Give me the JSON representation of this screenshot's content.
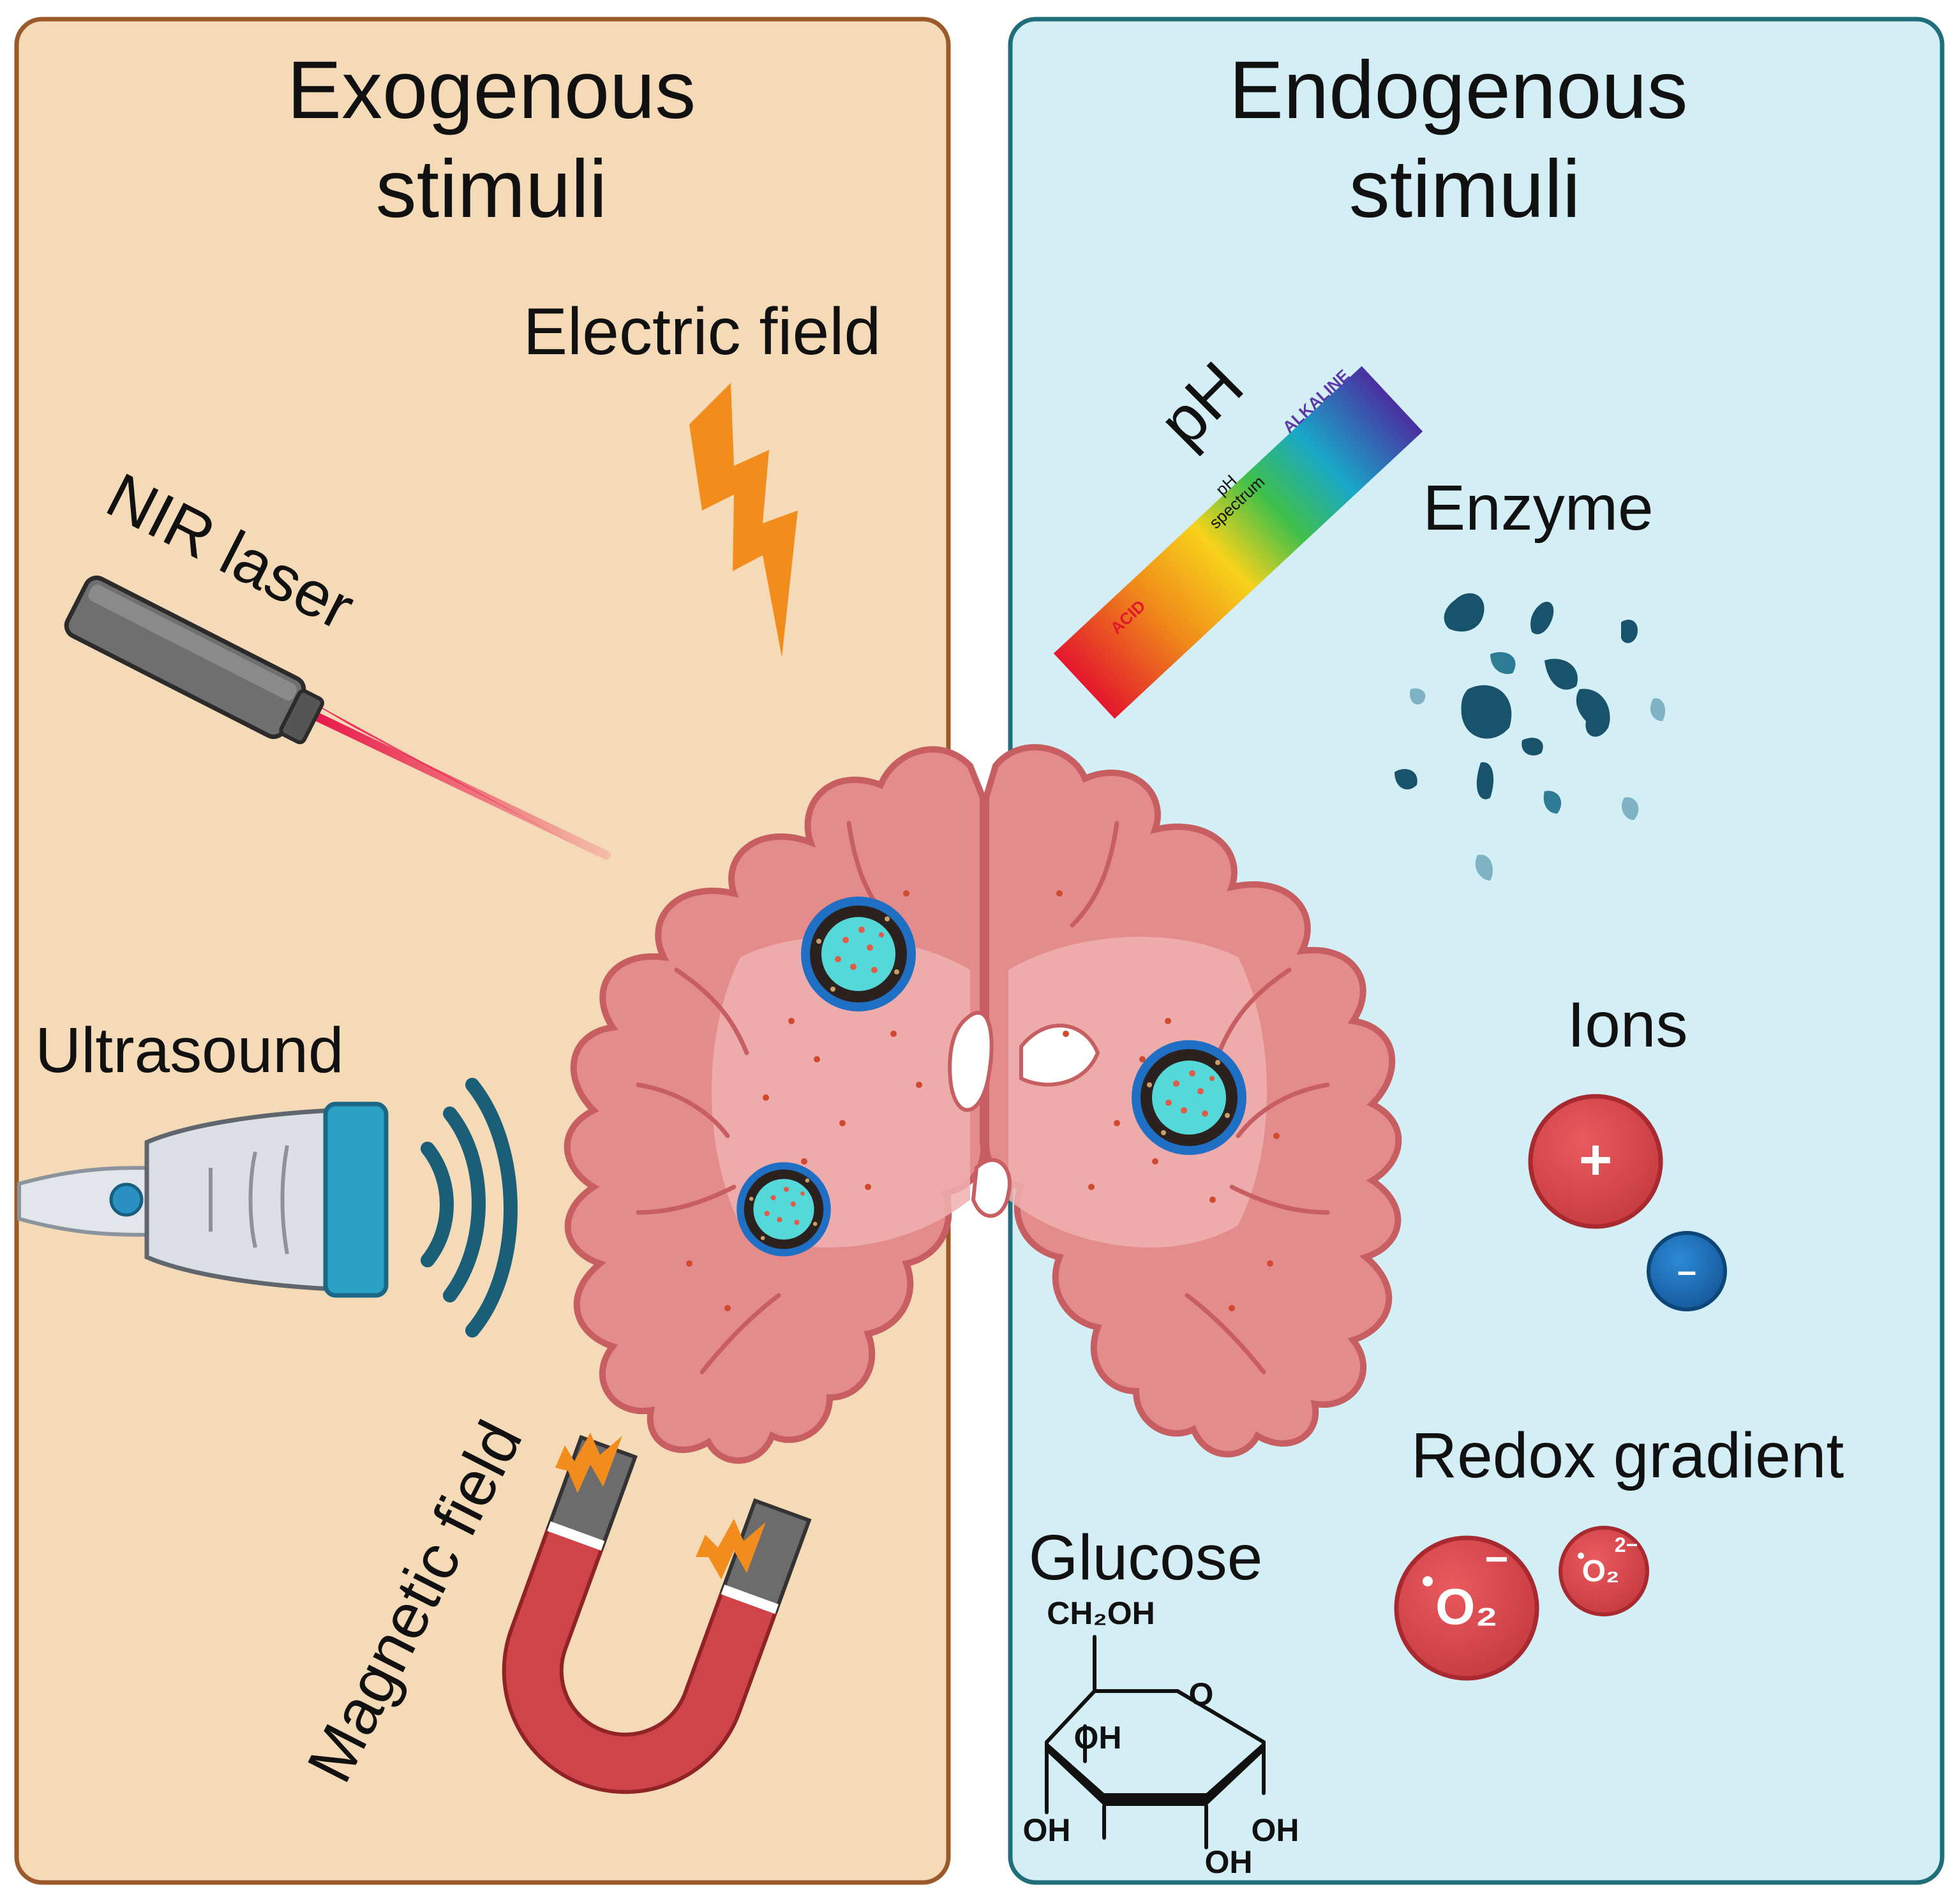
{
  "panels": {
    "left": {
      "title_line1": "Exogenous",
      "title_line2": "stimuli",
      "bg": "#f5dab8",
      "border": "#9b5a2a"
    },
    "right": {
      "title_line1": "Endogenous",
      "title_line2": "stimuli",
      "bg": "#d3eef5",
      "border": "#1f6e7a"
    }
  },
  "exogenous": {
    "electric_field": "Electric field",
    "nir_laser": "NIR laser",
    "ultrasound": "Ultrasound",
    "magnetic_field": "Magnetic field"
  },
  "endogenous": {
    "ph": {
      "label": "pH",
      "spectrum_line1": "pH",
      "spectrum_line2": "spectrum",
      "acid": "ACID",
      "alkaline": "ALKALINE"
    },
    "enzyme": "Enzyme",
    "ions": {
      "label": "Ions",
      "positive": "+",
      "negative": "–"
    },
    "redox": {
      "label": "Redox gradient",
      "superoxide": "O₂",
      "superoxide_charge": "−",
      "peroxide": "O₂",
      "peroxide_charge": "2−"
    },
    "glucose": {
      "label": "Glucose",
      "ch2oh": "CH₂OH",
      "ring_o": "O",
      "oh_top": "OH",
      "oh_left": "OH",
      "oh_bottom": "OH",
      "oh_right": "OH"
    }
  },
  "colors": {
    "electric": "#f28c1c",
    "laser_beam": "#e8184a",
    "ultrasound_wave": "#1b5e78",
    "magnet": "#cf4448",
    "brain": "#e48b8b",
    "brain_dark": "#c75f62",
    "nanoparticle_core": "#4fd4d4",
    "nanoparticle_shell": "#1f6fc4",
    "enzyme": "#18536b",
    "ion_positive": "#d9454b",
    "ion_negative": "#1f73b8"
  },
  "icons": [
    "lightning-icon",
    "laser-pointer-icon",
    "ultrasound-probe-icon",
    "horseshoe-magnet-icon",
    "ph-strip-icon",
    "enzyme-fragments-icon",
    "brain-section-icon",
    "nanoparticle-icon"
  ]
}
